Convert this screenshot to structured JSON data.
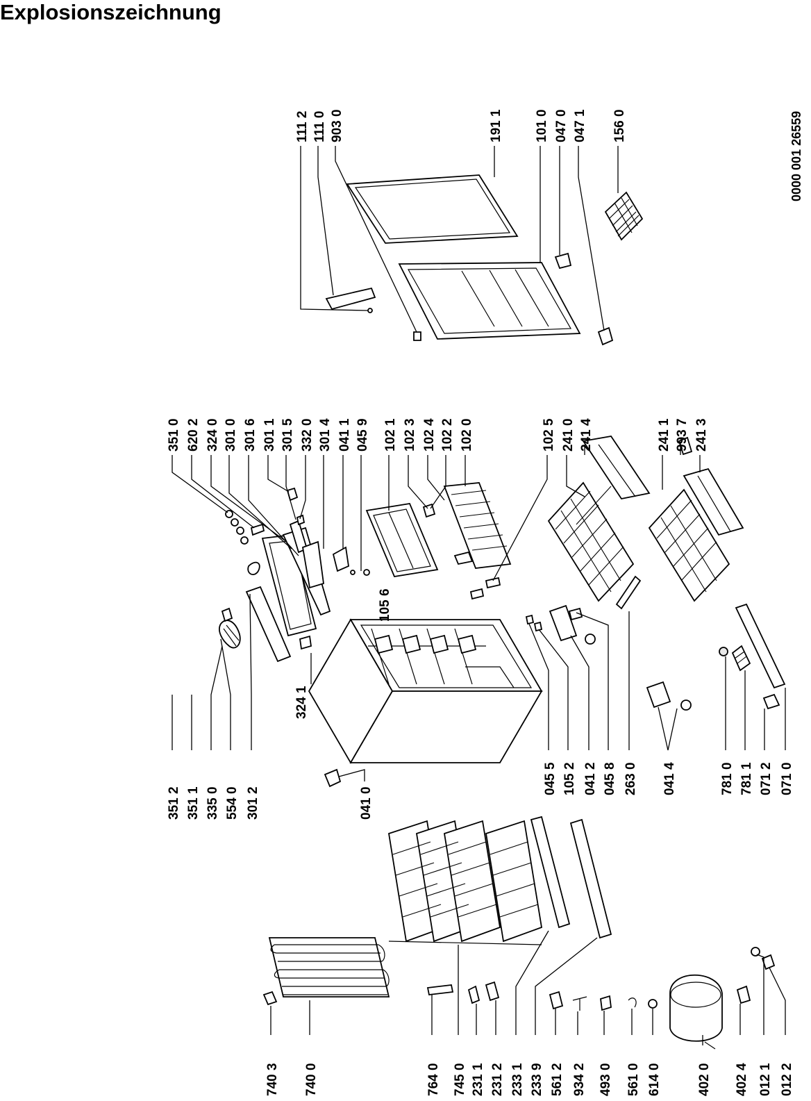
{
  "title": "Explosionszeichnung",
  "document_id": "0000 001 26559",
  "labels": {
    "group_top_right": [
      "111 2",
      "111 0",
      "903 0",
      "191 1",
      "101 0",
      "047 0",
      "047 1",
      "156 0"
    ],
    "group_top_middle": [
      "351 0",
      "620 2",
      "324 0",
      "301 0",
      "301 6",
      "301 1",
      "301 5",
      "332 0",
      "301 4",
      "041 1",
      "045 9",
      "102 1",
      "102 3",
      "102 4",
      "102 2",
      "102 0",
      "102 5",
      "241 0",
      "241 4",
      "241 1",
      "993 7",
      "241 3"
    ],
    "group_bottom_middle": [
      "351 2",
      "351 1",
      "335 0",
      "554 0",
      "301 2",
      "041 0",
      "045 5",
      "105 2",
      "041 2",
      "045 8",
      "263 0",
      "041 4",
      "781 0",
      "781 1",
      "071 2",
      "071 0"
    ],
    "inline": [
      "105 6",
      "324 1"
    ],
    "group_bottom_left": [
      "740 3",
      "740 0",
      "764 0",
      "745 0",
      "231 1",
      "231 2",
      "233 1",
      "233 9",
      "561 2",
      "934 2",
      "493 0",
      "561 0",
      "614 0",
      "402 0",
      "402 4",
      "012 1",
      "012 2"
    ]
  }
}
